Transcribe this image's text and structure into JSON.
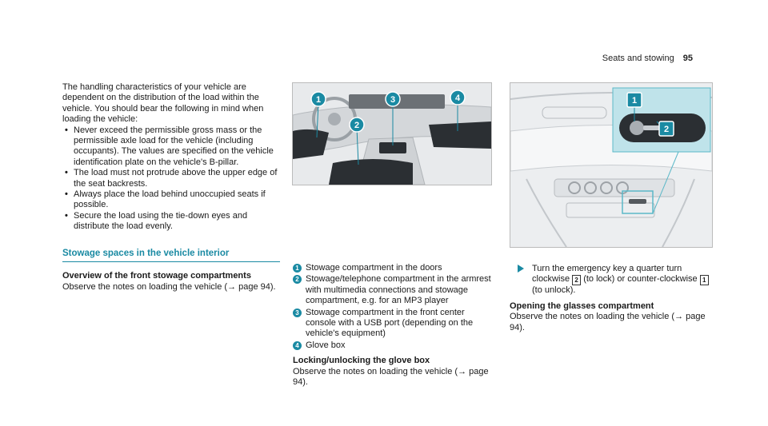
{
  "header": {
    "section": "Seats and stowing",
    "page_number": "95"
  },
  "col1": {
    "intro": "The handling characteristics of your vehicle are dependent on the distribution of the load within the vehicle. You should bear the following in mind when loading the vehicle:",
    "bullets": [
      "Never exceed the permissible gross mass or the permissible axle load for the vehicle (including occupants). The values are specified on the vehicle identification plate on the vehicle's B-pillar.",
      "The load must not protrude above the upper edge of the seat backrests.",
      "Always place the load behind unoccupied seats if possible.",
      "Secure the load using the tie-down eyes and distribute the load evenly."
    ],
    "section_title": "Stowage spaces in the vehicle interior",
    "overview_title": "Overview of the front stowage compartments",
    "overview_body": "Observe the notes on loading the vehicle (→ page 94)."
  },
  "col2": {
    "items": [
      {
        "num": "1",
        "text": "Stowage compartment in the doors"
      },
      {
        "num": "2",
        "text": "Stowage/telephone compartment in the armrest with multimedia connections and stowage compartment, e.g. for an MP3 player"
      },
      {
        "num": "3",
        "text": "Stowage compartment in the front center console with a USB port (depending on the vehicle's equipment)"
      },
      {
        "num": "4",
        "text": "Glove box"
      }
    ],
    "glovebox_title": "Locking/unlocking the glove box",
    "glovebox_body": "Observe the notes on loading the vehicle (→ page 94)."
  },
  "col3": {
    "step_part1": "Turn the emergency key a quarter turn clockwise",
    "step_key2": "2",
    "step_part2": "(to lock) or counter-clockwise",
    "step_key1": "1",
    "step_part3": "(to unlock).",
    "glasses_title": "Opening the glasses compartment",
    "glasses_body": "Observe the notes on loading the vehicle (→ page 94)."
  },
  "figures": {
    "fig1_callouts": [
      "1",
      "2",
      "3",
      "4"
    ],
    "fig2_callouts": [
      "1",
      "2"
    ]
  },
  "colors": {
    "accent": "#1a8aa3",
    "text": "#1a1a1a"
  }
}
